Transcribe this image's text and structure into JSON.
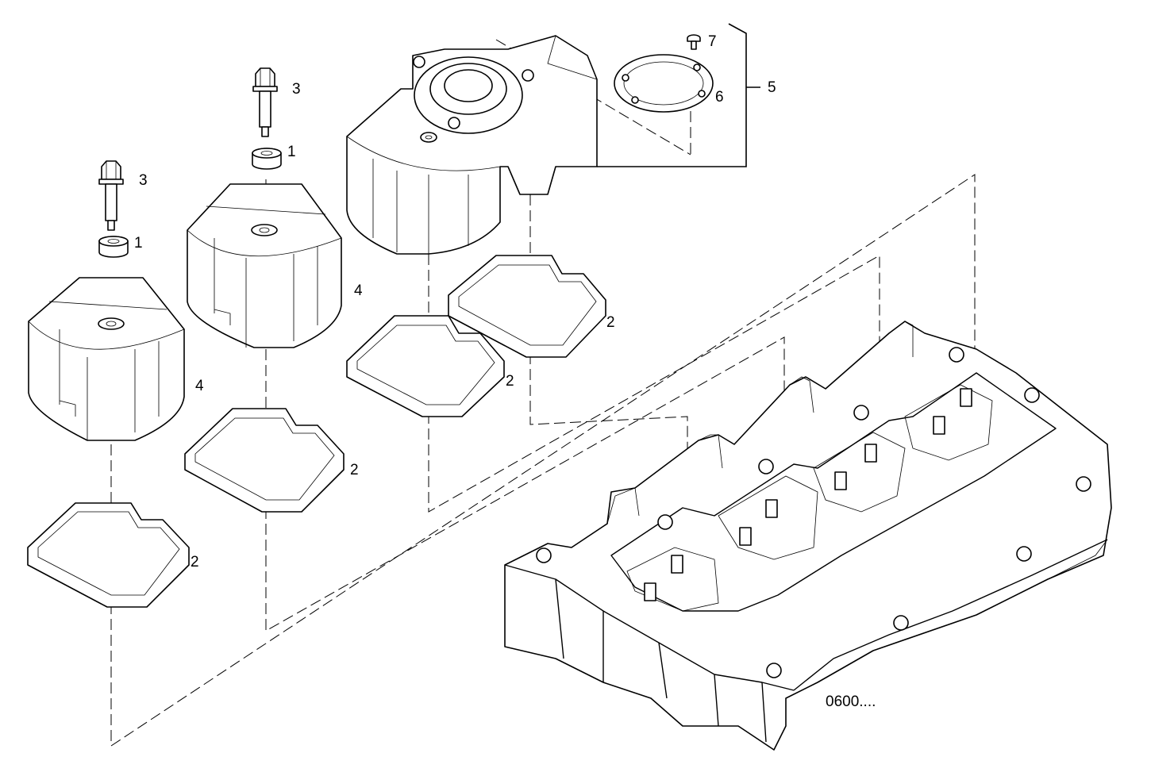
{
  "callouts": {
    "bolt_left": "3",
    "bolt_mid": "3",
    "washer_left": "1",
    "washer_mid": "1",
    "cover_left": "4",
    "cover_mid": "4",
    "gasket_1": "2",
    "gasket_2": "2",
    "gasket_3": "2",
    "gasket_4": "2",
    "assembly": "5",
    "ring_gasket": "6",
    "screw": "7"
  },
  "drawing_code": "0600....",
  "colors": {
    "line": "#000000",
    "background": "#ffffff"
  }
}
